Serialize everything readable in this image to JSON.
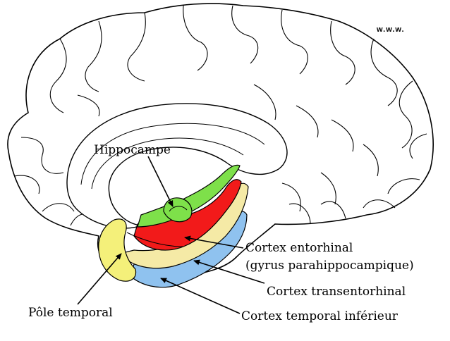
{
  "watermark": "w.w.w.",
  "labels": {
    "hippocampe": "Hippocampe",
    "entorhinal_line1": "Cortex entorhinal",
    "entorhinal_line2": "(gyrus parahippocampique)",
    "transentorhinal": "Cortex transentorhinal",
    "temporal_inferieur": "Cortex temporal inférieur",
    "pole_temporal": "Pôle temporal"
  },
  "colors": {
    "hippocampe": "#7ee04a",
    "entorhinal": "#f21a1a",
    "transentorhinal": "#f5eaa6",
    "temporal_inferieur": "#8fc2ef",
    "pole_temporal": "#f4f07a",
    "outline": "#000000"
  }
}
